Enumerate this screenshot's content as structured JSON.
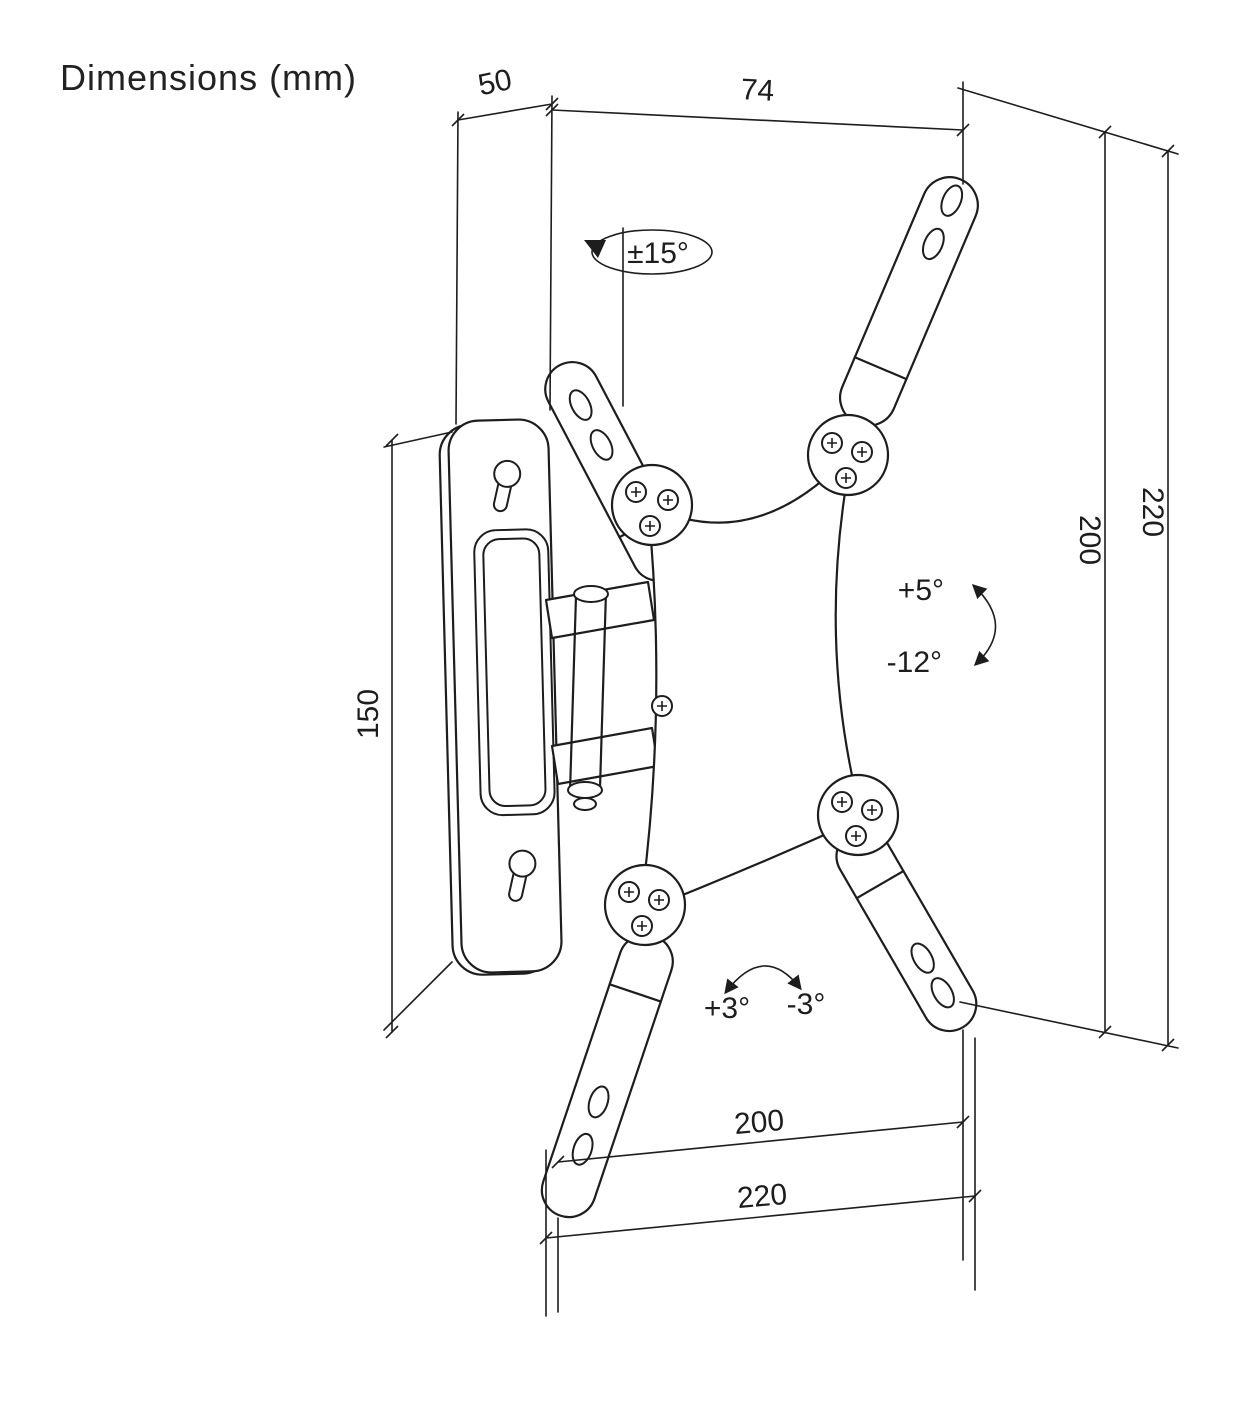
{
  "title": "Dimensions (mm)",
  "dimensions": {
    "wall_plate_depth": "50",
    "top_width": "74",
    "wall_plate_height": "150",
    "vesa_height": "200",
    "overall_height": "220",
    "vesa_width": "200",
    "overall_width": "220"
  },
  "angles": {
    "swivel": "±15°",
    "tilt_up": "+5°",
    "tilt_down": "-12°",
    "rotate_cw": "+3°",
    "rotate_ccw": "-3°"
  },
  "colors": {
    "line": "#1d1d1d",
    "background": "#ffffff"
  }
}
